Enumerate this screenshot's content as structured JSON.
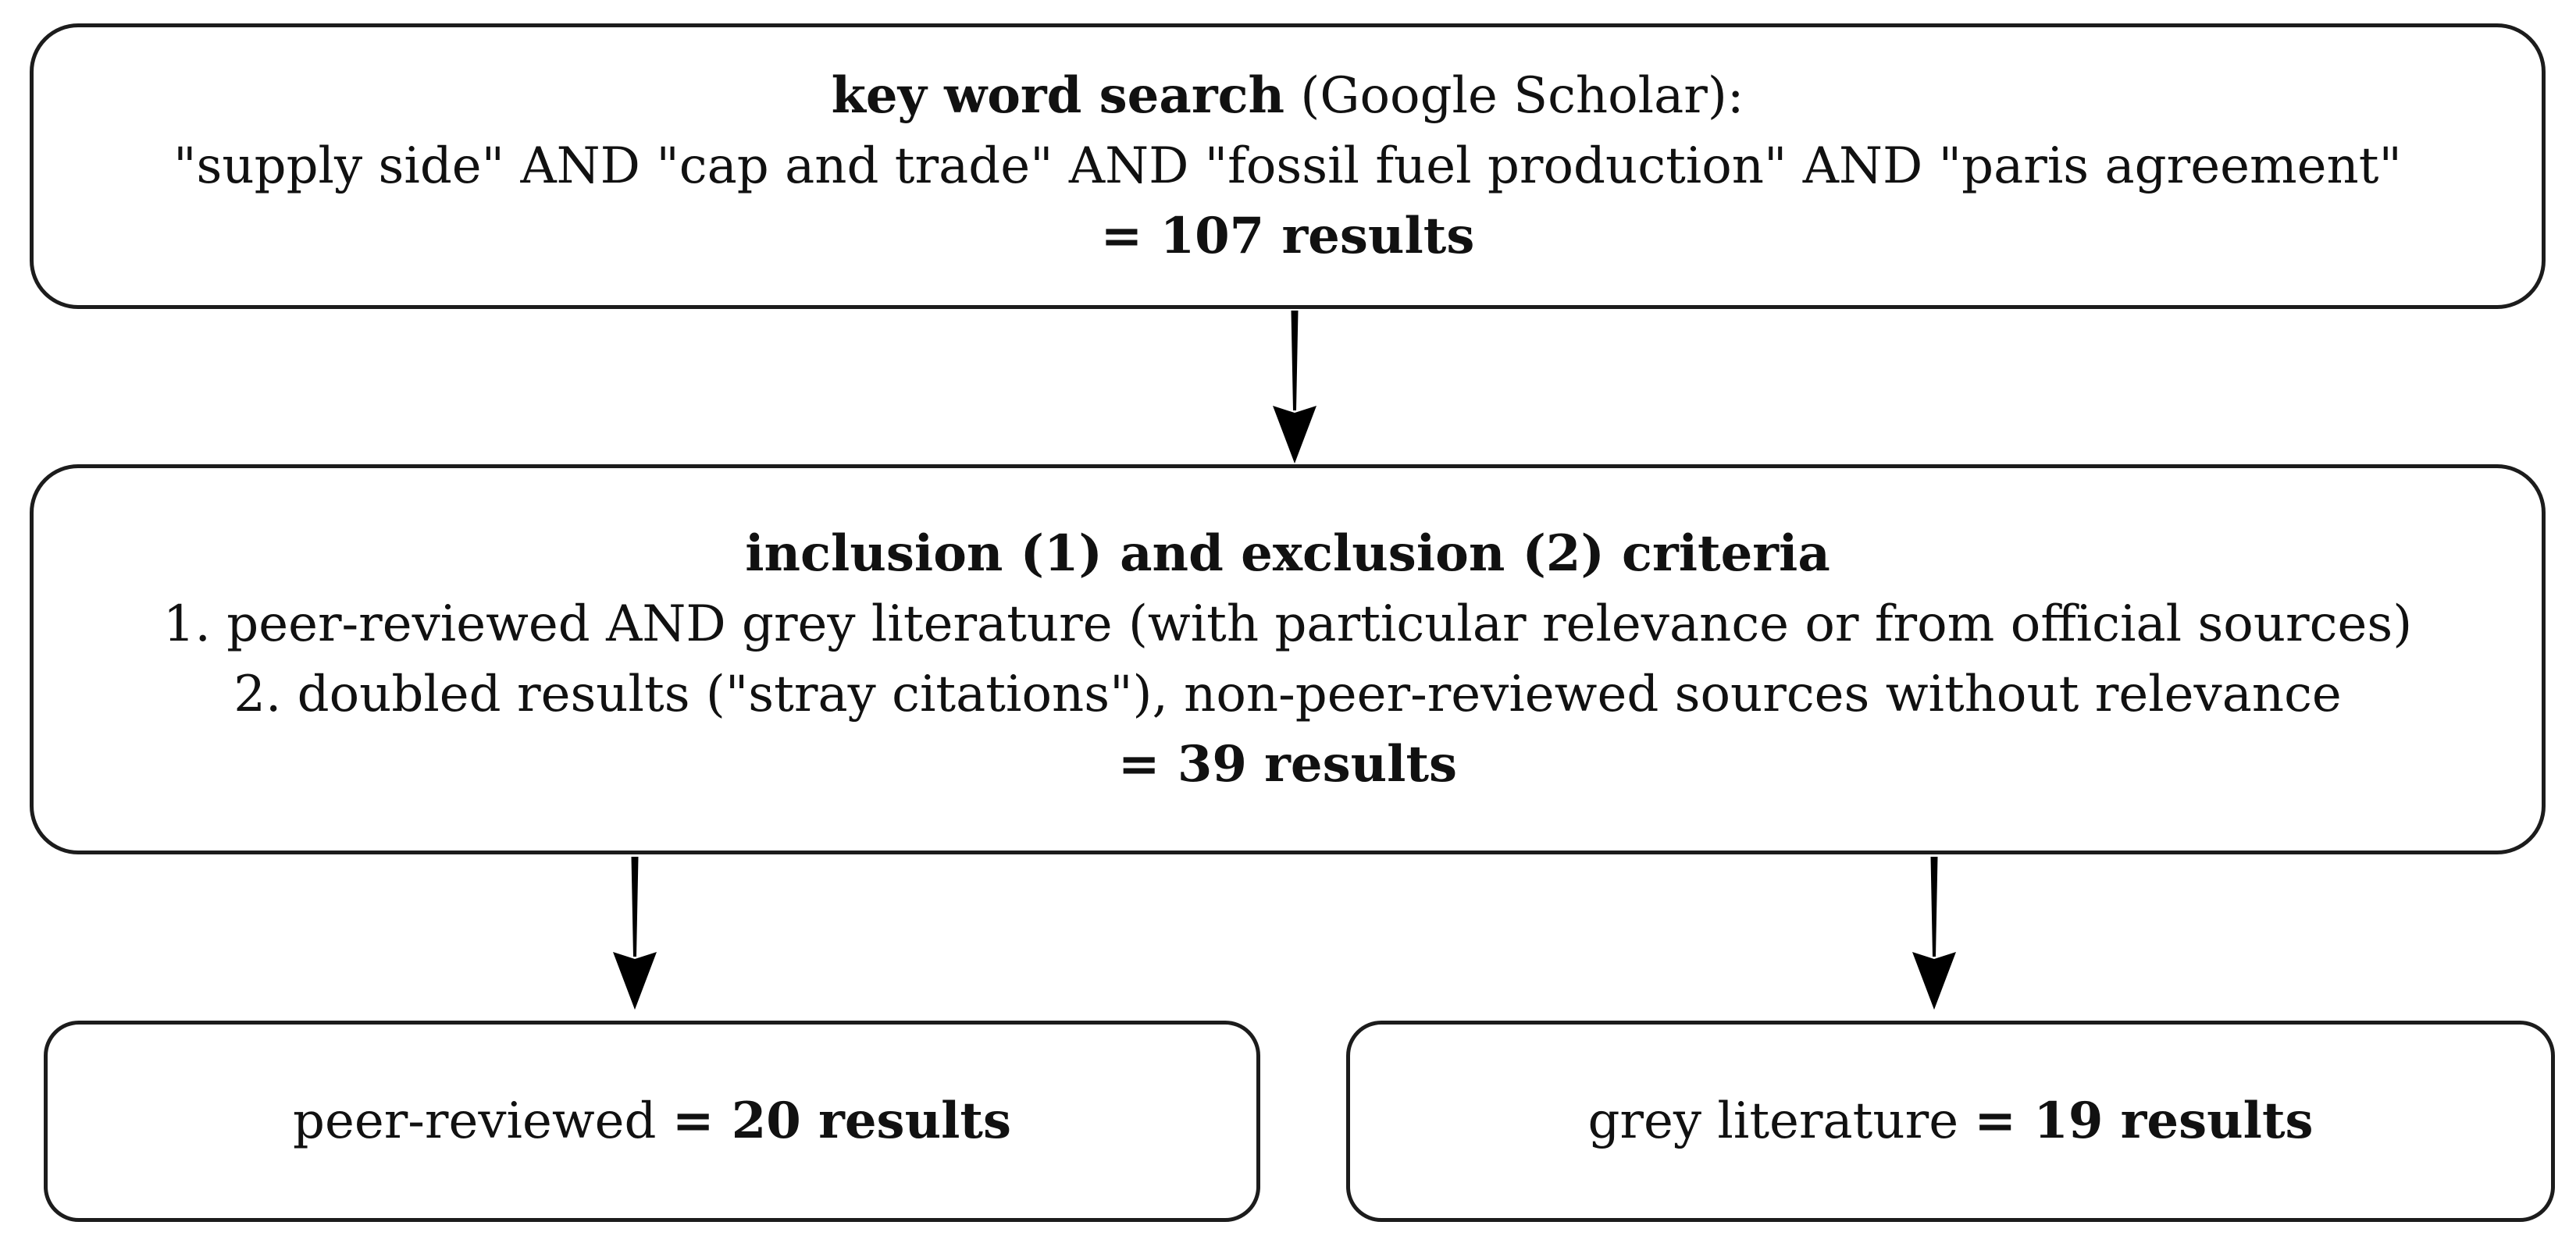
{
  "colors": {
    "background": "#ffffff",
    "box_border": "#1c1c1c",
    "text": "#111111",
    "arrow": "#000000"
  },
  "icons": {
    "arrow_down": "tapered-down-arrow"
  },
  "flow": {
    "keyword_box": {
      "title_bold": "key word search",
      "title_rest": " (Google Scholar):",
      "query_line": "\"supply side\" AND \"cap and trade\" AND \"fossil fuel production\" AND \"paris agreement\"",
      "result": "= 107 results"
    },
    "criteria_box": {
      "title": "inclusion (1) and exclusion (2) criteria",
      "item_1": "1. peer-reviewed AND grey literature (with particular relevance or from official sources)",
      "item_2": "2. doubled results (\"stray citations\"), non-peer-reviewed sources without relevance",
      "result": "= 39 results"
    },
    "peer_reviewed_box": {
      "label": "peer-reviewed ",
      "result": "= 20 results"
    },
    "grey_literature_box": {
      "label": "grey literature ",
      "result": "= 19 results"
    }
  }
}
